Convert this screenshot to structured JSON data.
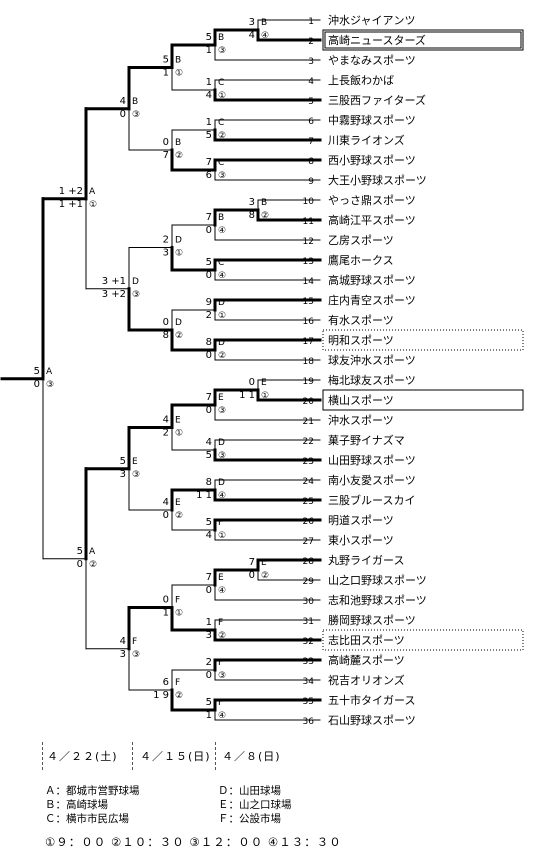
{
  "teams": [
    {
      "no": "1",
      "name": "沖水ジャイアンツ",
      "box": "none"
    },
    {
      "no": "2",
      "name": "高崎ニュースターズ",
      "box": "double"
    },
    {
      "no": "3",
      "name": "やまなみスポーツ",
      "box": "none"
    },
    {
      "no": "4",
      "name": "上長飯わかば",
      "box": "none"
    },
    {
      "no": "5",
      "name": "三股西ファイターズ",
      "box": "none"
    },
    {
      "no": "6",
      "name": "中霧野球スポーツ",
      "box": "none"
    },
    {
      "no": "7",
      "name": "川東ライオンズ",
      "box": "none"
    },
    {
      "no": "8",
      "name": "西小野球スポーツ",
      "box": "none"
    },
    {
      "no": "9",
      "name": "大王小野球スポーツ",
      "box": "none"
    },
    {
      "no": "10",
      "name": "やっさ鼎スポーツ",
      "box": "none"
    },
    {
      "no": "11",
      "name": "高崎江平スポーツ",
      "box": "none"
    },
    {
      "no": "12",
      "name": "乙房スポーツ",
      "box": "none"
    },
    {
      "no": "13",
      "name": "鷹尾ホークス",
      "box": "none"
    },
    {
      "no": "14",
      "name": "高城野球スポーツ",
      "box": "none"
    },
    {
      "no": "15",
      "name": "庄内青空スポーツ",
      "box": "none"
    },
    {
      "no": "16",
      "name": "有水スポーツ",
      "box": "none"
    },
    {
      "no": "17",
      "name": "明和スポーツ",
      "box": "dotted"
    },
    {
      "no": "18",
      "name": "球友沖水スポーツ",
      "box": "none"
    },
    {
      "no": "19",
      "name": "梅北球友スポーツ",
      "box": "none"
    },
    {
      "no": "20",
      "name": "横山スポーツ",
      "box": "solid"
    },
    {
      "no": "21",
      "name": "沖水スポーツ",
      "box": "none"
    },
    {
      "no": "22",
      "name": "菓子野イナズマ",
      "box": "none"
    },
    {
      "no": "23",
      "name": "山田野球スポーツ",
      "box": "none"
    },
    {
      "no": "24",
      "name": "南小友愛スポーツ",
      "box": "none"
    },
    {
      "no": "25",
      "name": "三股ブルースカイ",
      "box": "none"
    },
    {
      "no": "26",
      "name": "明道スポーツ",
      "box": "none"
    },
    {
      "no": "27",
      "name": "東小スポーツ",
      "box": "none"
    },
    {
      "no": "28",
      "name": "丸野ライガース",
      "box": "none"
    },
    {
      "no": "29",
      "name": "山之口野球スポーツ",
      "box": "none"
    },
    {
      "no": "30",
      "name": "志和池野球スポーツ",
      "box": "none"
    },
    {
      "no": "31",
      "name": "勝岡野球スポーツ",
      "box": "none"
    },
    {
      "no": "32",
      "name": "志比田スポーツ",
      "box": "dotted"
    },
    {
      "no": "33",
      "name": "高崎麓スポーツ",
      "box": "none"
    },
    {
      "no": "34",
      "name": "祝吉オリオンズ",
      "box": "none"
    },
    {
      "no": "35",
      "name": "五十市タイガース",
      "box": "none"
    },
    {
      "no": "36",
      "name": "石山野球スポーツ",
      "box": "none"
    }
  ],
  "matches": [
    {
      "id": "r0a",
      "top": "3",
      "bottom": "4",
      "venue": "B",
      "slot": "④",
      "winner": "bottom"
    },
    {
      "id": "r0b",
      "top": "0",
      "bottom": "1 1",
      "venue": "E",
      "slot": "①",
      "winner": "bottom"
    },
    {
      "id": "r0c",
      "top": "7",
      "bottom": "0",
      "venue": "E",
      "slot": "②",
      "winner": "top"
    },
    {
      "id": "r0d",
      "top": "3",
      "bottom": "8",
      "venue": "B",
      "slot": "②",
      "winner": "bottom"
    },
    {
      "id": "r1a",
      "top": "5",
      "bottom": "1",
      "venue": "B",
      "slot": "③",
      "winner": "top"
    },
    {
      "id": "r1b",
      "top": "1",
      "bottom": "4",
      "venue": "C",
      "slot": "①",
      "winner": "bottom"
    },
    {
      "id": "r1c",
      "top": "1",
      "bottom": "5",
      "venue": "C",
      "slot": "②",
      "winner": "bottom"
    },
    {
      "id": "r1d",
      "top": "7",
      "bottom": "6",
      "venue": "C",
      "slot": "③",
      "winner": "top"
    },
    {
      "id": "r1e",
      "top": "7",
      "bottom": "0",
      "venue": "B",
      "slot": "④",
      "winner": "top"
    },
    {
      "id": "r1f",
      "top": "5",
      "bottom": "0",
      "venue": "C",
      "slot": "④",
      "winner": "top"
    },
    {
      "id": "r1g",
      "top": "9",
      "bottom": "2",
      "venue": "D",
      "slot": "①",
      "winner": "top"
    },
    {
      "id": "r1h",
      "top": "8",
      "bottom": "0",
      "venue": "D",
      "slot": "②",
      "winner": "top"
    },
    {
      "id": "r1i",
      "top": "7",
      "bottom": "0",
      "venue": "E",
      "slot": "③",
      "winner": "top"
    },
    {
      "id": "r1j",
      "top": "4",
      "bottom": "5",
      "venue": "D",
      "slot": "③",
      "winner": "bottom"
    },
    {
      "id": "r1k",
      "top": "8",
      "bottom": "1 1",
      "venue": "D",
      "slot": "④",
      "winner": "bottom"
    },
    {
      "id": "r1l",
      "top": "5",
      "bottom": "4",
      "venue": "F",
      "slot": "①",
      "winner": "top"
    },
    {
      "id": "r1m",
      "top": "7",
      "bottom": "0",
      "venue": "E",
      "slot": "④",
      "winner": "top"
    },
    {
      "id": "r1n",
      "top": "1",
      "bottom": "3",
      "venue": "F",
      "slot": "②",
      "winner": "bottom"
    },
    {
      "id": "r1o",
      "top": "2",
      "bottom": "0",
      "venue": "F",
      "slot": "③",
      "winner": "top"
    },
    {
      "id": "r1p",
      "top": "5",
      "bottom": "1",
      "venue": "F",
      "slot": "④",
      "winner": "top"
    },
    {
      "id": "r2a",
      "top": "5",
      "bottom": "1",
      "venue": "B",
      "slot": "①",
      "winner": "top"
    },
    {
      "id": "r2b",
      "top": "0",
      "bottom": "7",
      "venue": "B",
      "slot": "②",
      "winner": "bottom"
    },
    {
      "id": "r2c",
      "top": "2",
      "bottom": "3",
      "venue": "D",
      "slot": "①",
      "winner": "bottom"
    },
    {
      "id": "r2d",
      "top": "0",
      "bottom": "8",
      "venue": "D",
      "slot": "②",
      "winner": "bottom"
    },
    {
      "id": "r2e",
      "top": "4",
      "bottom": "2",
      "venue": "E",
      "slot": "①",
      "winner": "top"
    },
    {
      "id": "r2f",
      "top": "4",
      "bottom": "0",
      "venue": "E",
      "slot": "②",
      "winner": "top"
    },
    {
      "id": "r2g",
      "top": "0",
      "bottom": "1",
      "venue": "F",
      "slot": "①",
      "winner": "bottom"
    },
    {
      "id": "r2h",
      "top": "6",
      "bottom": "1 9",
      "venue": "F",
      "slot": "②",
      "winner": "bottom"
    },
    {
      "id": "r3a",
      "top": "4",
      "bottom": "0",
      "venue": "B",
      "slot": "③",
      "winner": "top"
    },
    {
      "id": "r3b",
      "top": "3 +1",
      "bottom": "3 +2",
      "venue": "D",
      "slot": "③",
      "winner": "bottom"
    },
    {
      "id": "r3c",
      "top": "5",
      "bottom": "3",
      "venue": "E",
      "slot": "③",
      "winner": "top"
    },
    {
      "id": "r3d",
      "top": "4",
      "bottom": "3",
      "venue": "F",
      "slot": "③",
      "winner": "top"
    },
    {
      "id": "r4a",
      "top": "1 +2",
      "bottom": "1 +1",
      "venue": "A",
      "slot": "①",
      "winner": "top"
    },
    {
      "id": "r4b",
      "top": "5",
      "bottom": "0",
      "venue": "A",
      "slot": "②",
      "winner": "top"
    },
    {
      "id": "r5",
      "top": "5",
      "bottom": "0",
      "venue": "A",
      "slot": "③",
      "winner": "top"
    }
  ],
  "dates": [
    "４／２２(土)",
    "４／１５(日)",
    "４／８(日)"
  ],
  "venues": [
    "Ａ：都城市営野球場",
    "Ｂ：高崎球場",
    "Ｃ：横市市民広場",
    "Ｄ：山田球場",
    "Ｅ：山之口球場",
    "Ｆ：公設市場"
  ],
  "times": "①９：００  ②１０：３０  ③１２：００  ④１３：３０",
  "colors": {
    "line": "#000000",
    "box": "#000000",
    "background": "#ffffff"
  }
}
